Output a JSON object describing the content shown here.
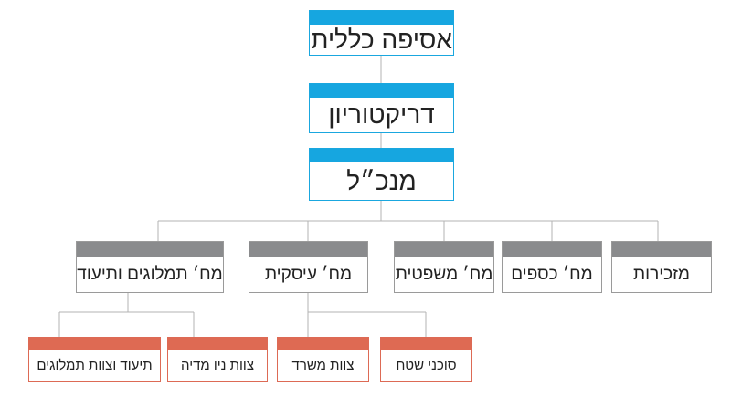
{
  "colors": {
    "top_accent": "#16a6e0",
    "mid_accent": "#8a8b8d",
    "low_accent": "#de6a53",
    "connector": "#b3b3b3"
  },
  "top": {
    "assembly": "אסיפה כללית",
    "board": "דריקטוריון",
    "ceo": "מנכ״ל"
  },
  "departments": {
    "secretariat": "מזכירות",
    "finance": "מח׳ כספים",
    "legal": "מח׳ משפטית",
    "business": "מח׳ עיסקית",
    "complaints": "מח׳ תמלוגים ותיעוד"
  },
  "teams": {
    "field_agents": "סוכני שטח",
    "office_team": "צוות משרד",
    "media_team": "צוות ניו מדיה",
    "royalties_team": "תיעוד וצוות תמלוגים"
  }
}
